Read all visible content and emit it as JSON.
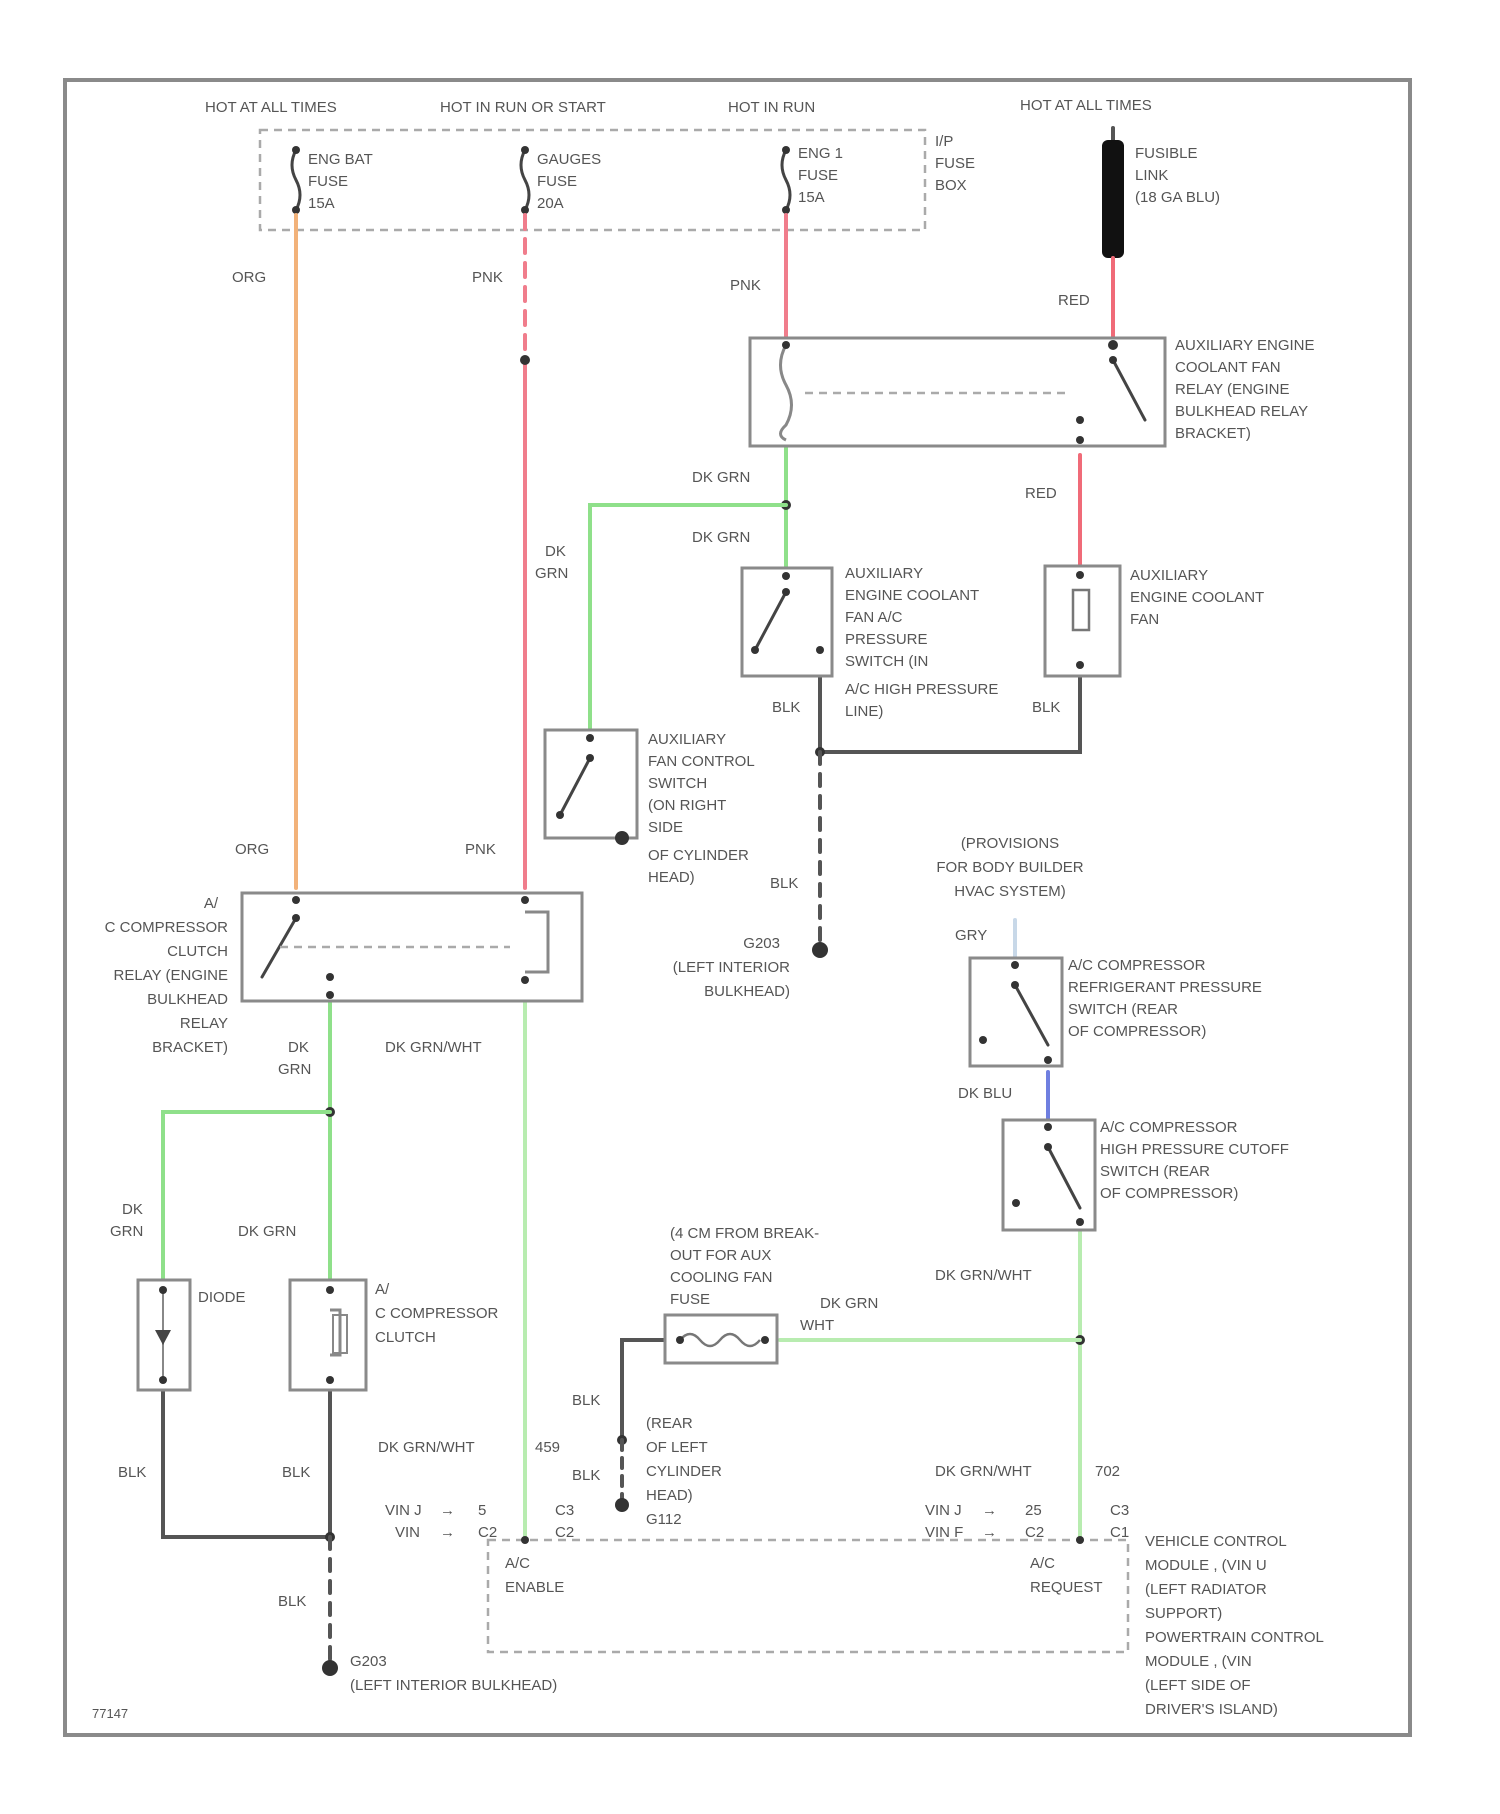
{
  "colors": {
    "orange_wire": "#f2b27a",
    "pink_wire": "#f07d8c",
    "red_wire": "#f06b78",
    "green_wire": "#8fe08a",
    "light_green_wire": "#b8ecb0",
    "black_wire": "#555555",
    "blue_wire": "#6f7fe0",
    "fusible_link": "#111111",
    "border": "#8a8a8a"
  },
  "headers": {
    "hot_at_all_times_1": "HOT AT ALL TIMES",
    "hot_in_run_or_start": "HOT IN RUN OR START",
    "hot_in_run": "HOT IN RUN",
    "hot_at_all_times_2": "HOT AT ALL TIMES"
  },
  "fuses": {
    "fuse1": [
      "ENG BAT",
      "FUSE",
      "15A"
    ],
    "fuse2": [
      "GAUGES",
      "FUSE",
      "20A"
    ],
    "fuse3": [
      "ENG 1",
      "FUSE",
      "15A"
    ],
    "ip_fuse_box": [
      "I/P",
      "FUSE",
      "BOX"
    ],
    "fusible_link": [
      "FUSIBLE",
      "LINK",
      "(18 GA BLU)"
    ]
  },
  "components": {
    "aux_relay": [
      "AUXILIARY ENGINE",
      "COOLANT FAN",
      "RELAY (ENGINE",
      "BULKHEAD RELAY",
      "BRACKET)"
    ],
    "aux_pressure_switch": [
      "AUXILIARY",
      "ENGINE COOLANT",
      "FAN A/C",
      "PRESSURE",
      "SWITCH (IN",
      "A/C HIGH PRESSURE",
      "LINE)"
    ],
    "aux_fan": [
      "AUXILIARY",
      "ENGINE COOLANT",
      "FAN"
    ],
    "aux_fan_control": [
      "AUXILIARY",
      "FAN CONTROL",
      "SWITCH",
      "(ON RIGHT",
      "SIDE",
      "OF CYLINDER",
      "HEAD)"
    ],
    "ac_clutch_relay": [
      "A/",
      "C COMPRESSOR",
      "CLUTCH",
      "RELAY (ENGINE",
      "BULKHEAD",
      "RELAY",
      "BRACKET)"
    ],
    "ground_g203": [
      "G203",
      "(LEFT INTERIOR",
      "BULKHEAD)"
    ],
    "provisions": [
      "(PROVISIONS",
      "FOR BODY BUILDER",
      "HVAC SYSTEM)"
    ],
    "refrig_switch": [
      "A/C COMPRESSOR",
      "REFRIGERANT PRESSURE",
      "SWITCH (REAR",
      "OF COMPRESSOR)"
    ],
    "cutoff_switch": [
      "A/C COMPRESSOR",
      "HIGH PRESSURE CUTOFF",
      "SWITCH (REAR",
      "OF COMPRESSOR)"
    ],
    "diode": "DIODE",
    "clutch": [
      "A/",
      "C COMPRESSOR",
      "CLUTCH"
    ],
    "fuse_breakout": [
      "(4 CM FROM BREAK-",
      "OUT FOR AUX",
      "COOLING FAN",
      "FUSE"
    ],
    "ground_g112": [
      "(REAR",
      "OF LEFT",
      "CYLINDER",
      "HEAD)",
      "G112"
    ],
    "ground_g203_bottom": [
      "G203",
      "(LEFT INTERIOR BULKHEAD)"
    ],
    "vcm": [
      "VEHICLE CONTROL",
      "MODULE , (VIN U",
      "(LEFT RADIATOR",
      "SUPPORT)",
      "POWERTRAIN CONTROL",
      "MODULE , (VIN",
      "(LEFT SIDE OF",
      "DRIVER'S ISLAND)"
    ],
    "ac_enable": [
      "A/C",
      "ENABLE"
    ],
    "ac_request": [
      "A/C",
      "REQUEST"
    ],
    "pin_left": [
      "VIN J",
      "VIN",
      "5",
      "C2",
      "C3",
      "C2"
    ],
    "pin_right": [
      "VIN J",
      "VIN F",
      "25",
      "C2",
      "C3",
      "C1"
    ]
  },
  "wire_labels": {
    "org_top": "ORG",
    "pnk_top": "PNK",
    "pnk_mid": "PNK",
    "red_top": "RED",
    "dk_grn_1": "DK GRN",
    "dk_grn_2": "DK GRN",
    "red_mid": "RED",
    "dk_grn_vert": [
      "DK",
      "GRN"
    ],
    "blk_1": "BLK",
    "blk_2": "BLK",
    "blk_3": "BLK",
    "org_mid": "ORG",
    "pnk_low": "PNK",
    "dk_grn_relay": [
      "DK",
      "GRN"
    ],
    "dk_grn_wht_1": "DK GRN/WHT",
    "gry": "GRY",
    "dk_blu": "DK BLU",
    "dk_grn_left": [
      "DK",
      "GRN"
    ],
    "dk_grn_clutch": "DK GRN",
    "dk_grn_wht_2": "DK GRN/WHT",
    "dk_grn_fuse": "DK GRN",
    "wht": "WHT",
    "blk_fuse": "BLK",
    "blk_diode": "BLK",
    "blk_clutch": "BLK",
    "blk_g112": "BLK",
    "dk_grn_wht_3": "DK GRN/WHT",
    "num_459": "459",
    "dk_grn_wht_4": "DK GRN/WHT",
    "num_702": "702",
    "blk_bottom": "BLK"
  },
  "diagram_id": "77147"
}
